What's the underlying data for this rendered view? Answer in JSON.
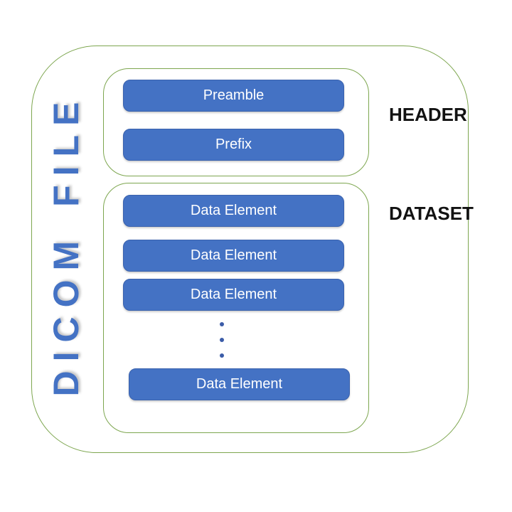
{
  "title": "DICOM FILE",
  "header": {
    "label": "HEADER",
    "boxes": [
      "Preamble",
      "Prefix"
    ]
  },
  "dataset": {
    "label": "DATASET",
    "boxes": [
      "Data Element",
      "Data Element",
      "Data Element"
    ],
    "last_box": "Data Element",
    "ellipsis_dot_count": 3
  },
  "colors": {
    "box_fill": "#4472c4",
    "box_border": "#3a62ad",
    "box_text": "#ffffff",
    "outline_green": "#7da64f",
    "vertical_title_blue": "#4472c4",
    "section_label_text": "#121212",
    "dot_blue": "#3b5ca8",
    "background": "#ffffff"
  }
}
